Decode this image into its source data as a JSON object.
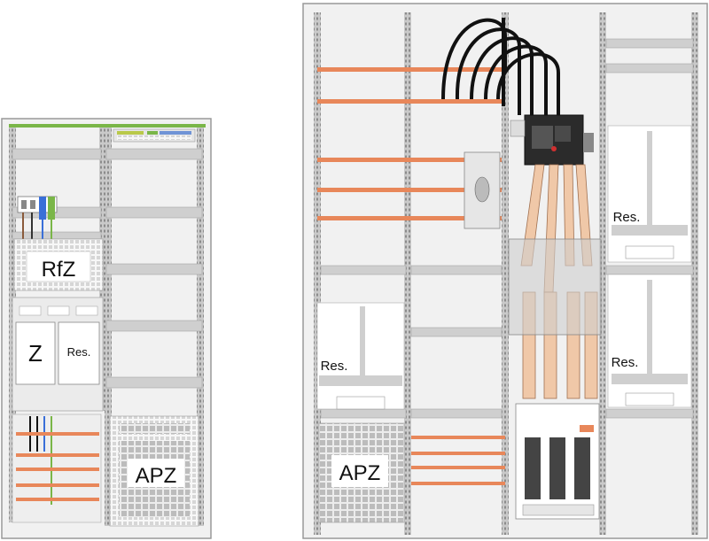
{
  "left_cabinet": {
    "rfz_label": "RfZ",
    "z_label": "Z",
    "res_label": "Res.",
    "apz_label": "APZ"
  },
  "right_cabinet": {
    "res_label_top": "Res.",
    "res_label_left": "Res.",
    "res_label_right": "Res.",
    "apz_label": "APZ"
  },
  "colors": {
    "cabinet_bg": "#f0f0f0",
    "cabinet_border": "#9a9a9a",
    "rail": "#c8c8c8",
    "busbar": "#e8875a",
    "copper_bar": "#f0c8a8",
    "cable": "#1a1a1a",
    "ground": "#7ab648",
    "blue_terminal": "#3a6fd8"
  }
}
